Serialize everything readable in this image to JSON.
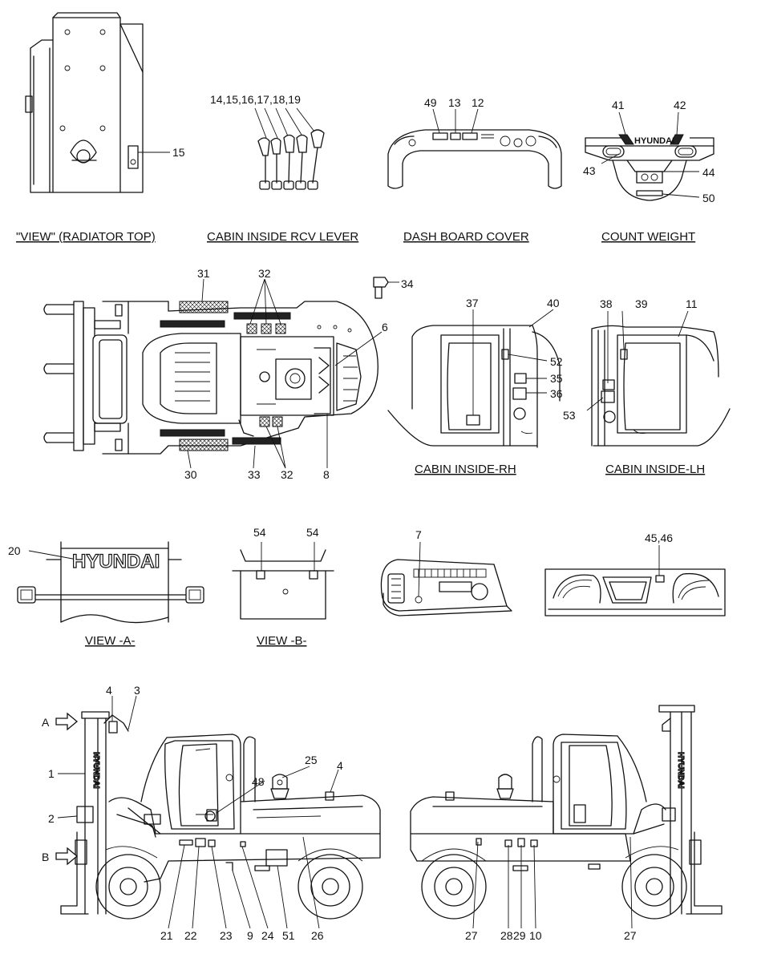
{
  "captions": {
    "radiator_top": "\"VIEW\" (RADIATOR TOP)",
    "rcv_lever": "CABIN INSIDE RCV LEVER",
    "dash_board": "DASH BOARD COVER",
    "count_weight": "COUNT WEIGHT",
    "cabin_rh": "CABIN INSIDE-RH",
    "cabin_lh": "CABIN INSIDE-LH",
    "view_a": "VIEW -A-",
    "view_b": "VIEW -B-"
  },
  "logo_text": "HYUNDAI",
  "arrow_labels": {
    "a": "A",
    "b": "B"
  },
  "callouts": {
    "radiator": [
      "15"
    ],
    "rcv": [
      "14,15,16,17,18,19"
    ],
    "dash": [
      "49",
      "13",
      "12"
    ],
    "count": [
      "41",
      "42",
      "43",
      "44",
      "50"
    ],
    "top_view": [
      "31",
      "32",
      "34",
      "6",
      "30",
      "33",
      "32",
      "8"
    ],
    "cabin_rh": [
      "37",
      "40",
      "52",
      "35",
      "36"
    ],
    "cabin_lh": [
      "38",
      "39",
      "11",
      "53"
    ],
    "view_a": [
      "20"
    ],
    "view_b": [
      "54",
      "54"
    ],
    "panel": [
      "7"
    ],
    "seat": [
      "45,46"
    ],
    "side_left": [
      "4",
      "3",
      "1",
      "2",
      "25",
      "4",
      "48",
      "21",
      "22",
      "23",
      "9",
      "24",
      "51",
      "26"
    ],
    "side_right": [
      "27",
      "28",
      "29",
      "10",
      "27"
    ]
  }
}
